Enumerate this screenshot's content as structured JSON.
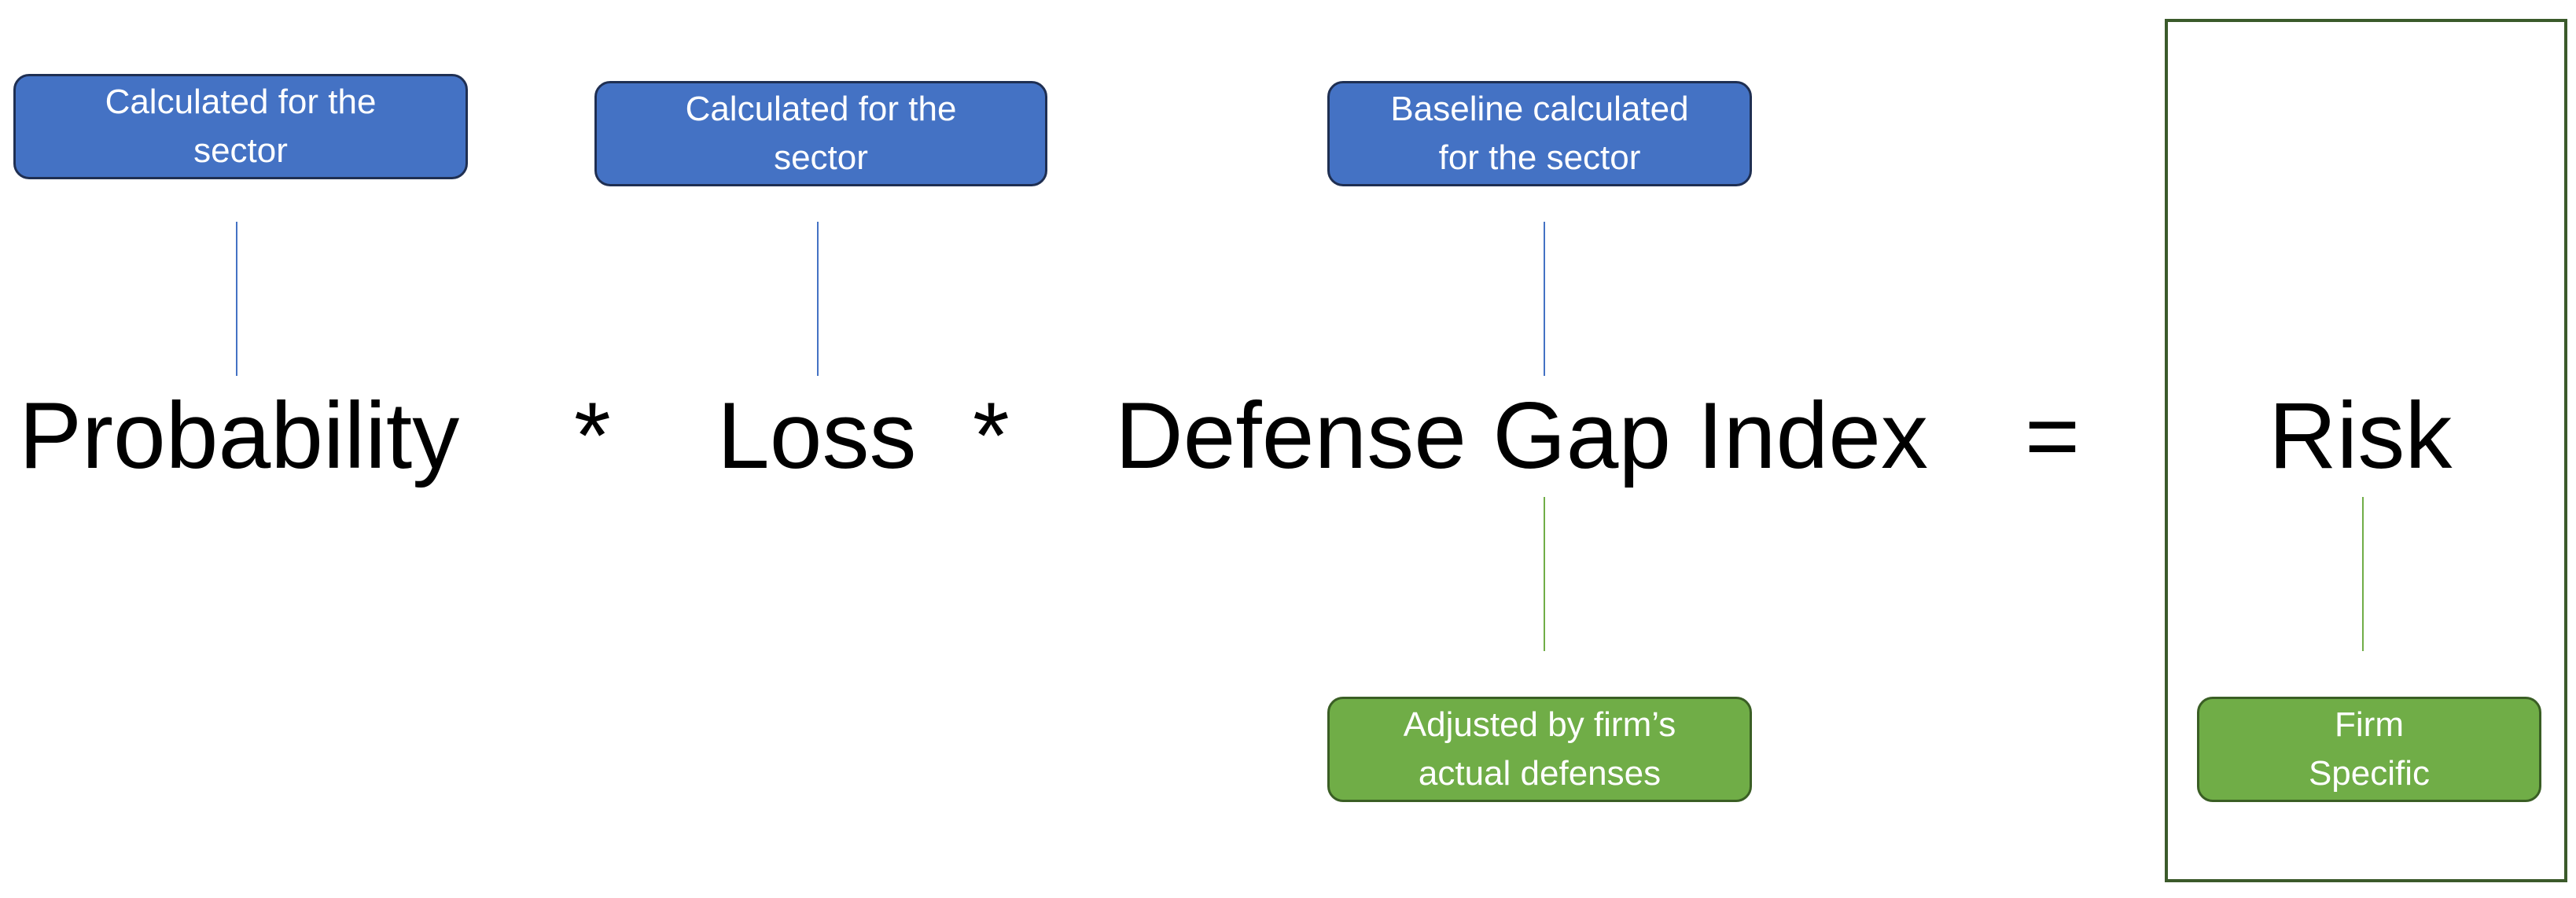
{
  "formula": {
    "probability": "Probability",
    "op1": "*",
    "loss": "Loss",
    "op2": "*",
    "defense_gap_index": "Defense Gap Index",
    "equals": "=",
    "risk": "Risk"
  },
  "top_boxes": {
    "probability": {
      "line1": "Calculated for the",
      "line2": "sector"
    },
    "loss": {
      "line1": "Calculated for the",
      "line2": "sector"
    },
    "dgi": {
      "line1": "Baseline calculated",
      "line2": "for the sector"
    }
  },
  "bottom_boxes": {
    "dgi": {
      "line1": "Adjusted by firm’s",
      "line2": "actual defenses"
    },
    "risk": {
      "line1": "Firm",
      "line2": "Specific"
    }
  },
  "colors": {
    "blue_fill": "#4472c4",
    "green_fill": "#70ad47",
    "frame": "#3b5a2b"
  }
}
